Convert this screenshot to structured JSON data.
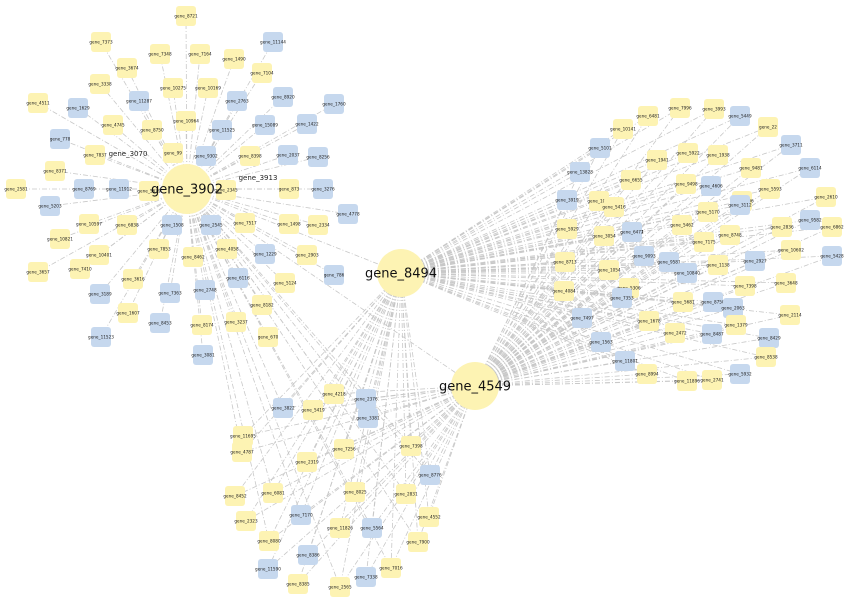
{
  "colors": {
    "yellow": "#fdf3b3",
    "blue": "#c6d8ee",
    "hub": "#fdf3b3",
    "edge": "#c8c8c8"
  },
  "hubs": [
    {
      "id": "gene_3902"
    },
    {
      "id": "gene_8494"
    },
    {
      "id": "gene_4549"
    }
  ],
  "left_cluster": {
    "mid_labels": [
      "gene_3070",
      "gene_3913"
    ],
    "nodes": [
      {
        "label": "gene_8721",
        "c": "y"
      },
      {
        "label": "gene_7373",
        "c": "y"
      },
      {
        "label": "gene_7348",
        "c": "y"
      },
      {
        "label": "gene_7164",
        "c": "y"
      },
      {
        "label": "gene_1490",
        "c": "y"
      },
      {
        "label": "gene_11144",
        "c": "b"
      },
      {
        "label": "gene_3674",
        "c": "y"
      },
      {
        "label": "gene_3338",
        "c": "y"
      },
      {
        "label": "gene_11287",
        "c": "b"
      },
      {
        "label": "gene_10275",
        "c": "y"
      },
      {
        "label": "gene_10169",
        "c": "y"
      },
      {
        "label": "gene_7104",
        "c": "y"
      },
      {
        "label": "gene_2763",
        "c": "b"
      },
      {
        "label": "gene_8920",
        "c": "b"
      },
      {
        "label": "gene_4511",
        "c": "y"
      },
      {
        "label": "gene_1629",
        "c": "b"
      },
      {
        "label": "gene_4745",
        "c": "y"
      },
      {
        "label": "gene_8750",
        "c": "y"
      },
      {
        "label": "gene_10964",
        "c": "y"
      },
      {
        "label": "gene_11525",
        "c": "b"
      },
      {
        "label": "gene_15089",
        "c": "b"
      },
      {
        "label": "gene_1422",
        "c": "b"
      },
      {
        "label": "gene_1760",
        "c": "b"
      },
      {
        "label": "gene_778",
        "c": "b"
      },
      {
        "label": "gene_7837",
        "c": "y"
      },
      {
        "label": "gene_99",
        "c": "y"
      },
      {
        "label": "gene_9302",
        "c": "b"
      },
      {
        "label": "gene_8398",
        "c": "y"
      },
      {
        "label": "gene_2037",
        "c": "b"
      },
      {
        "label": "gene_8256",
        "c": "b"
      },
      {
        "label": "gene_8371",
        "c": "y"
      },
      {
        "label": "gene_2581",
        "c": "y"
      },
      {
        "label": "gene_8769",
        "c": "b"
      },
      {
        "label": "gene_11912",
        "c": "b"
      },
      {
        "label": "gene_5639",
        "c": "y"
      },
      {
        "label": "gene_2345",
        "c": "y"
      },
      {
        "label": "gene_873",
        "c": "y"
      },
      {
        "label": "gene_3276",
        "c": "b"
      },
      {
        "label": "gene_5203",
        "c": "b"
      },
      {
        "label": "gene_10597",
        "c": "y"
      },
      {
        "label": "gene_6838",
        "c": "y"
      },
      {
        "label": "gene_1508",
        "c": "b"
      },
      {
        "label": "gene_2545",
        "c": "b"
      },
      {
        "label": "gene_7517",
        "c": "y"
      },
      {
        "label": "gene_1498",
        "c": "y"
      },
      {
        "label": "gene_2334",
        "c": "y"
      },
      {
        "label": "gene_4778",
        "c": "b"
      },
      {
        "label": "gene_10821",
        "c": "y"
      },
      {
        "label": "gene_10401",
        "c": "y"
      },
      {
        "label": "gene_7853",
        "c": "y"
      },
      {
        "label": "gene_4058",
        "c": "y"
      },
      {
        "label": "gene_1229",
        "c": "b"
      },
      {
        "label": "gene_2903",
        "c": "y"
      },
      {
        "label": "gene_3657",
        "c": "y"
      },
      {
        "label": "gene_7410",
        "c": "y"
      },
      {
        "label": "gene_3616",
        "c": "y"
      },
      {
        "label": "gene_8462",
        "c": "y"
      },
      {
        "label": "gene_6116",
        "c": "b"
      },
      {
        "label": "gene_5124",
        "c": "y"
      },
      {
        "label": "gene_786",
        "c": "b"
      },
      {
        "label": "gene_3189",
        "c": "b"
      },
      {
        "label": "gene_1607",
        "c": "y"
      },
      {
        "label": "gene_7363",
        "c": "b"
      },
      {
        "label": "gene_2748",
        "c": "b"
      },
      {
        "label": "gene_8182",
        "c": "y"
      },
      {
        "label": "gene_8453",
        "c": "b"
      },
      {
        "label": "gene_8174",
        "c": "y"
      },
      {
        "label": "gene_3237",
        "c": "y"
      },
      {
        "label": "gene_670",
        "c": "y"
      },
      {
        "label": "gene_11523",
        "c": "b"
      },
      {
        "label": "gene_3081",
        "c": "b"
      }
    ]
  },
  "right_cluster": {
    "nodes": [
      {
        "label": "gene_7996",
        "c": "y"
      },
      {
        "label": "gene_3993",
        "c": "y"
      },
      {
        "label": "gene_5449",
        "c": "b"
      },
      {
        "label": "gene_6481",
        "c": "y"
      },
      {
        "label": "gene_10141",
        "c": "y"
      },
      {
        "label": "gene_22",
        "c": "y"
      },
      {
        "label": "gene_5101",
        "c": "b"
      },
      {
        "label": "gene_1941",
        "c": "y"
      },
      {
        "label": "gene_5922",
        "c": "y"
      },
      {
        "label": "gene_1938",
        "c": "y"
      },
      {
        "label": "gene_3711",
        "c": "b"
      },
      {
        "label": "gene_9481",
        "c": "y"
      },
      {
        "label": "gene_6114",
        "c": "b"
      },
      {
        "label": "gene_13828",
        "c": "b"
      },
      {
        "label": "gene_6655",
        "c": "y"
      },
      {
        "label": "gene_9498",
        "c": "y"
      },
      {
        "label": "gene_4606",
        "c": "b"
      },
      {
        "label": "gene_5593",
        "c": "y"
      },
      {
        "label": "gene_1006",
        "c": "y"
      },
      {
        "label": "gene_2610",
        "c": "y"
      },
      {
        "label": "gene_3919",
        "c": "b"
      },
      {
        "label": "gene_1035",
        "c": "y"
      },
      {
        "label": "gene_5416",
        "c": "y"
      },
      {
        "label": "gene_5474",
        "c": "y"
      },
      {
        "label": "gene_3112",
        "c": "b"
      },
      {
        "label": "gene_5170",
        "c": "y"
      },
      {
        "label": "gene_2836",
        "c": "y"
      },
      {
        "label": "gene_9582",
        "c": "b"
      },
      {
        "label": "gene_6862",
        "c": "y"
      },
      {
        "label": "gene_5929",
        "c": "y"
      },
      {
        "label": "gene_3054",
        "c": "y"
      },
      {
        "label": "gene_6472",
        "c": "b"
      },
      {
        "label": "gene_5462",
        "c": "y"
      },
      {
        "label": "gene_7175",
        "c": "y"
      },
      {
        "label": "gene_8748",
        "c": "y"
      },
      {
        "label": "gene_10602",
        "c": "y"
      },
      {
        "label": "gene_8713",
        "c": "y"
      },
      {
        "label": "gene_1054",
        "c": "y"
      },
      {
        "label": "gene_9093",
        "c": "b"
      },
      {
        "label": "gene_9581",
        "c": "b"
      },
      {
        "label": "gene_1138",
        "c": "y"
      },
      {
        "label": "gene_2927",
        "c": "b"
      },
      {
        "label": "gene_5428",
        "c": "b"
      },
      {
        "label": "gene_4084",
        "c": "y"
      },
      {
        "label": "gene_5306",
        "c": "y"
      },
      {
        "label": "gene_10840",
        "c": "b"
      },
      {
        "label": "gene_7398",
        "c": "y"
      },
      {
        "label": "gene_3648",
        "c": "y"
      },
      {
        "label": "gene_7353",
        "c": "b"
      },
      {
        "label": "gene_5681",
        "c": "y"
      },
      {
        "label": "gene_8750",
        "c": "b"
      },
      {
        "label": "gene_2063",
        "c": "b"
      },
      {
        "label": "gene_2114",
        "c": "y"
      },
      {
        "label": "gene_7497",
        "c": "b"
      },
      {
        "label": "gene_1678",
        "c": "y"
      },
      {
        "label": "gene_1379",
        "c": "y"
      },
      {
        "label": "gene_2472",
        "c": "y"
      },
      {
        "label": "gene_8487",
        "c": "b"
      },
      {
        "label": "gene_8429",
        "c": "b"
      },
      {
        "label": "gene_1563",
        "c": "b"
      },
      {
        "label": "gene_11801",
        "c": "b"
      },
      {
        "label": "gene_8538",
        "c": "y"
      },
      {
        "label": "gene_8994",
        "c": "y"
      },
      {
        "label": "gene_11896",
        "c": "y"
      },
      {
        "label": "gene_2741",
        "c": "y"
      },
      {
        "label": "gene_5932",
        "c": "b"
      },
      {
        "label": "gene_5499",
        "c": "b"
      }
    ]
  },
  "bottom_cluster": {
    "nodes": [
      {
        "label": "gene_4218",
        "c": "y"
      },
      {
        "label": "gene_2376",
        "c": "b"
      },
      {
        "label": "gene_3822",
        "c": "b"
      },
      {
        "label": "gene_5419",
        "c": "y"
      },
      {
        "label": "gene_3381",
        "c": "b"
      },
      {
        "label": "gene_11695",
        "c": "y"
      },
      {
        "label": "gene_4787",
        "c": "y"
      },
      {
        "label": "gene_7256",
        "c": "y"
      },
      {
        "label": "gene_7398",
        "c": "y"
      },
      {
        "label": "gene_2319",
        "c": "y"
      },
      {
        "label": "gene_8776",
        "c": "b"
      },
      {
        "label": "gene_8452",
        "c": "y"
      },
      {
        "label": "gene_6081",
        "c": "y"
      },
      {
        "label": "gene_8025",
        "c": "y"
      },
      {
        "label": "gene_2831",
        "c": "y"
      },
      {
        "label": "gene_2323",
        "c": "y"
      },
      {
        "label": "gene_7170",
        "c": "b"
      },
      {
        "label": "gene_11826",
        "c": "y"
      },
      {
        "label": "gene_5564",
        "c": "b"
      },
      {
        "label": "gene_4552",
        "c": "y"
      },
      {
        "label": "gene_8080",
        "c": "y"
      },
      {
        "label": "gene_8386",
        "c": "b"
      },
      {
        "label": "gene_7900",
        "c": "y"
      },
      {
        "label": "gene_11590",
        "c": "b"
      },
      {
        "label": "gene_7016",
        "c": "y"
      },
      {
        "label": "gene_8385",
        "c": "y"
      },
      {
        "label": "gene_2565",
        "c": "y"
      },
      {
        "label": "gene_7338",
        "c": "b"
      }
    ]
  }
}
